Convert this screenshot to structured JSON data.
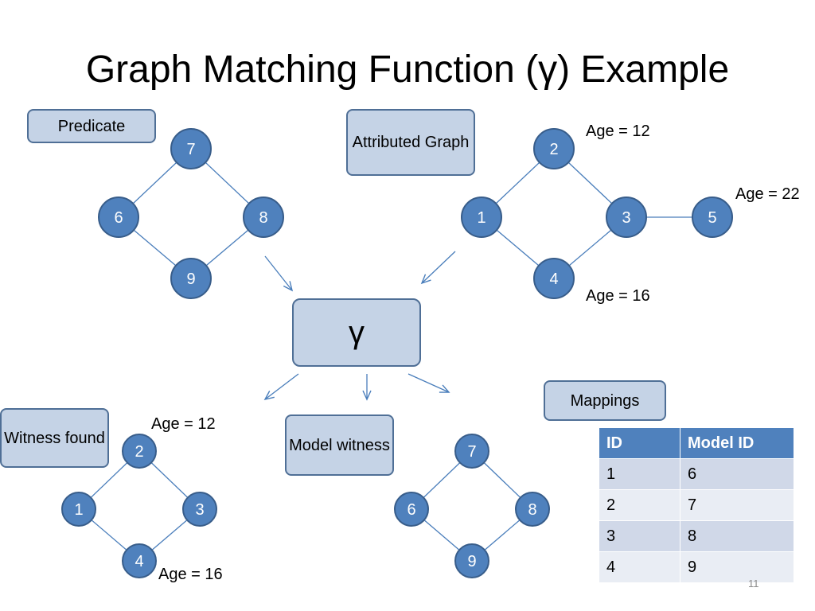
{
  "title": "Graph Matching Function (γ) Example",
  "labels": {
    "predicate": "Predicate",
    "attributed_graph": "Attributed Graph",
    "gamma": "γ",
    "witness_found": "Witness found",
    "model_witness": "Model witness",
    "mappings": "Mappings"
  },
  "graphs": {
    "predicate": {
      "nodes": [
        "7",
        "6",
        "8",
        "9"
      ],
      "edges": [
        [
          "7",
          "6"
        ],
        [
          "7",
          "8"
        ],
        [
          "6",
          "9"
        ],
        [
          "8",
          "9"
        ]
      ]
    },
    "attributed": {
      "nodes": [
        "2",
        "1",
        "3",
        "4",
        "5"
      ],
      "edges": [
        [
          "2",
          "1"
        ],
        [
          "2",
          "3"
        ],
        [
          "1",
          "4"
        ],
        [
          "3",
          "4"
        ],
        [
          "3",
          "5"
        ]
      ],
      "attributes": [
        "Age = 12",
        "Age = 22",
        "Age = 16"
      ]
    },
    "witness": {
      "nodes": [
        "2",
        "1",
        "3",
        "4"
      ],
      "edges": [
        [
          "2",
          "1"
        ],
        [
          "2",
          "3"
        ],
        [
          "1",
          "4"
        ],
        [
          "3",
          "4"
        ]
      ],
      "attributes": [
        "Age = 12",
        "Age = 16"
      ]
    },
    "model_witness": {
      "nodes": [
        "7",
        "6",
        "8",
        "9"
      ],
      "edges": [
        [
          "7",
          "6"
        ],
        [
          "7",
          "8"
        ],
        [
          "6",
          "9"
        ],
        [
          "8",
          "9"
        ]
      ]
    }
  },
  "mappings_table": {
    "headers": [
      "ID",
      "Model ID"
    ],
    "rows": [
      [
        "1",
        "6"
      ],
      [
        "2",
        "7"
      ],
      [
        "3",
        "8"
      ],
      [
        "4",
        "9"
      ]
    ]
  },
  "page_number": "11",
  "colors": {
    "node_fill": "#4f81bd",
    "node_stroke": "#385d8a",
    "edge": "#4a7ebb",
    "box_fill": "#c5d3e6",
    "box_border": "#4f6f96",
    "table_header": "#4f81bd",
    "table_row_odd": "#d0d8e8",
    "table_row_even": "#e9edf4"
  }
}
